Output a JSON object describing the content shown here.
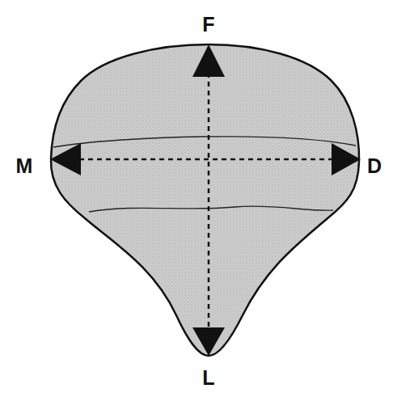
{
  "diagram": {
    "labels": [
      "F",
      "M",
      "D",
      "L"
    ]
  }
}
